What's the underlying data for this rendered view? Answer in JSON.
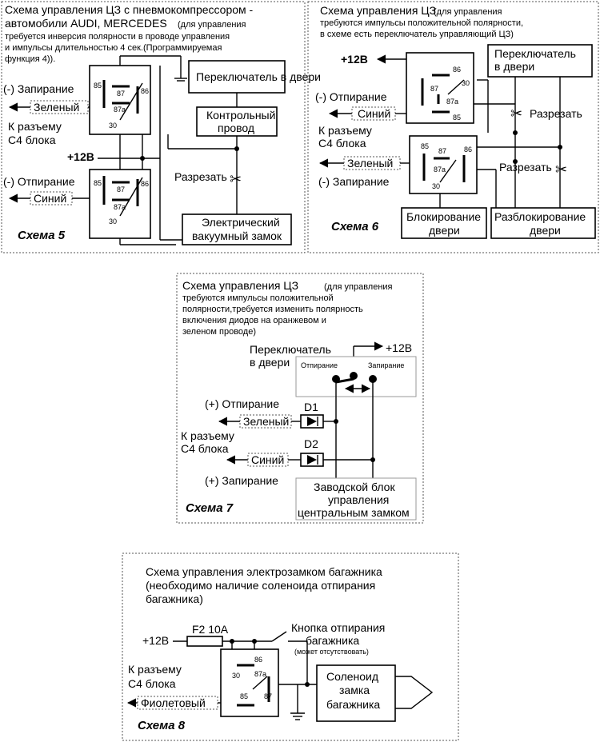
{
  "scheme5": {
    "title_main": "Схема управления ЦЗ с пневмокомпрессором -",
    "title_main2": "автомобили AUDI, MERCEDES",
    "title_small": "(для управления",
    "note1": "требуется инверсия полярности в проводе управления",
    "note2": "и импульсы длительностью 4 сек.(Программируемая",
    "note3": "функция 4)).",
    "lock_label": "(-) Запирание",
    "wire1": "Зеленый",
    "connector1": "К разъему",
    "connector2": "С4 блока",
    "plus12": "+12В",
    "unlock_label": "(-) Отпирание",
    "wire2": "Синий",
    "door_switch": "Переключатель в двери",
    "control1": "Контрольный",
    "control2": "провод",
    "cut": "Разрезать",
    "lock1": "Электрический",
    "lock2": "вакуумный замок",
    "caption": "Схема 5"
  },
  "scheme6": {
    "title_main": "Схема управления ЦЗ",
    "note1": "(для управления",
    "note2": "требуются импульсы положительной полярности,",
    "note3": "в схеме есть переключатель управляющий ЦЗ)",
    "plus12": "+12В",
    "unlock_label": "(-) Отпирание",
    "wire1": "Синий",
    "connector1": "К разъему",
    "connector2": "С4 блока",
    "wire2": "Зеленый",
    "lock_label": "(-) Запирание",
    "door_switch1": "Переключатель",
    "door_switch2": "в двери",
    "cut1": "Разрезать",
    "cut2": "Разрезать",
    "block1": "Блокирование",
    "block2": "двери",
    "unblock1": "Разблокирование",
    "unblock2": "двери",
    "caption": "Схема 6"
  },
  "scheme7": {
    "title_main": "Схема управления ЦЗ",
    "note0": "(для управления",
    "note1": "требуются импульсы положительной",
    "note2": "полярности,требуется изменить полярность",
    "note3": "включения диодов на оранжевом и",
    "note4": "зеленом проводе)",
    "door_switch1": "Переключатель",
    "door_switch2": "в двери",
    "plus12": "+12В",
    "unlock_small": "Отпирание",
    "lock_small": "Запирание",
    "unlock_label": "(+) Отпирание",
    "d1": "D1",
    "wire1": "Зеленый",
    "connector1": "К разъему",
    "connector2": "С4 блока",
    "d2": "D2",
    "wire2": "Синий",
    "lock_label": "(+) Запирание",
    "factory1": "Заводской блок",
    "factory2": "управления",
    "factory3": "центральным замком",
    "caption": "Схема 7"
  },
  "scheme8": {
    "title1": "Схема управления электрозамком багажника",
    "title2": "(необходимо наличие соленоида отпирания",
    "title3": "багажника)",
    "fuse": "F2 10A",
    "plus12": "+12В",
    "button1": "Кнопка отпирания",
    "button2": "багажника",
    "button3": "(может отсутствовать)",
    "connector1": "К разъему",
    "connector2": "С4 блока",
    "wire": "Фиолетовый",
    "sol1": "Соленоид",
    "sol2": "замка",
    "sol3": "багажника",
    "caption": "Схема 8"
  },
  "relay_pins": {
    "p85": "85",
    "p86": "86",
    "p87": "87",
    "p87a": "87a",
    "p30": "30"
  }
}
